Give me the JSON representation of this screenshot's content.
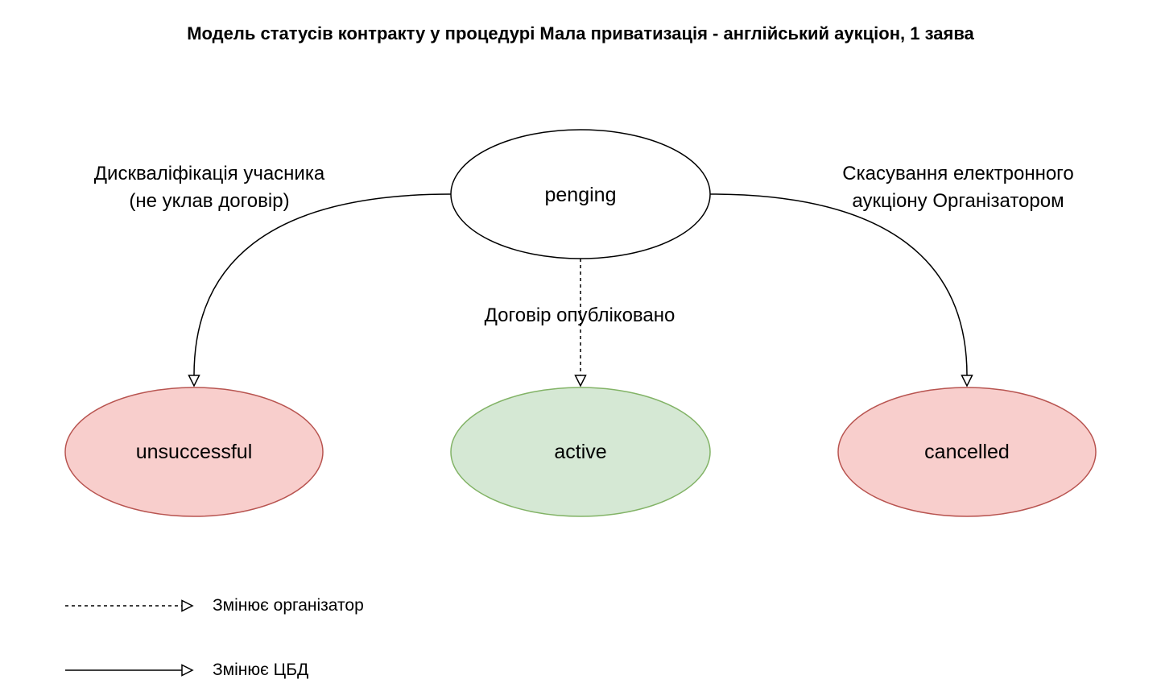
{
  "title": "Модель статусів контракту у процедурі Мала приватизація - англійський аукціон, 1 заява",
  "colors": {
    "red_fill": "#f8cecc",
    "red_stroke": "#b85450",
    "green_fill": "#d5e8d4",
    "green_stroke": "#82b366",
    "neutral_fill": "#ffffff",
    "neutral_stroke": "#000000"
  },
  "states": {
    "pending": "penging",
    "unsuccessful": "unsuccessful",
    "active": "active",
    "cancelled": "cancelled"
  },
  "transitions": {
    "to_unsuccessful": {
      "line1": "Дискваліфікація учасника",
      "line2": "(не уклав договір)",
      "style": "solid"
    },
    "to_active": {
      "line1": "Договір опубліковано",
      "style": "dashed"
    },
    "to_cancelled": {
      "line1": "Скасування електронного",
      "line2": "аукціону Організатором",
      "style": "solid"
    }
  },
  "legend": {
    "dashed": "Змінює організатор",
    "solid": "Змінює ЦБД"
  }
}
